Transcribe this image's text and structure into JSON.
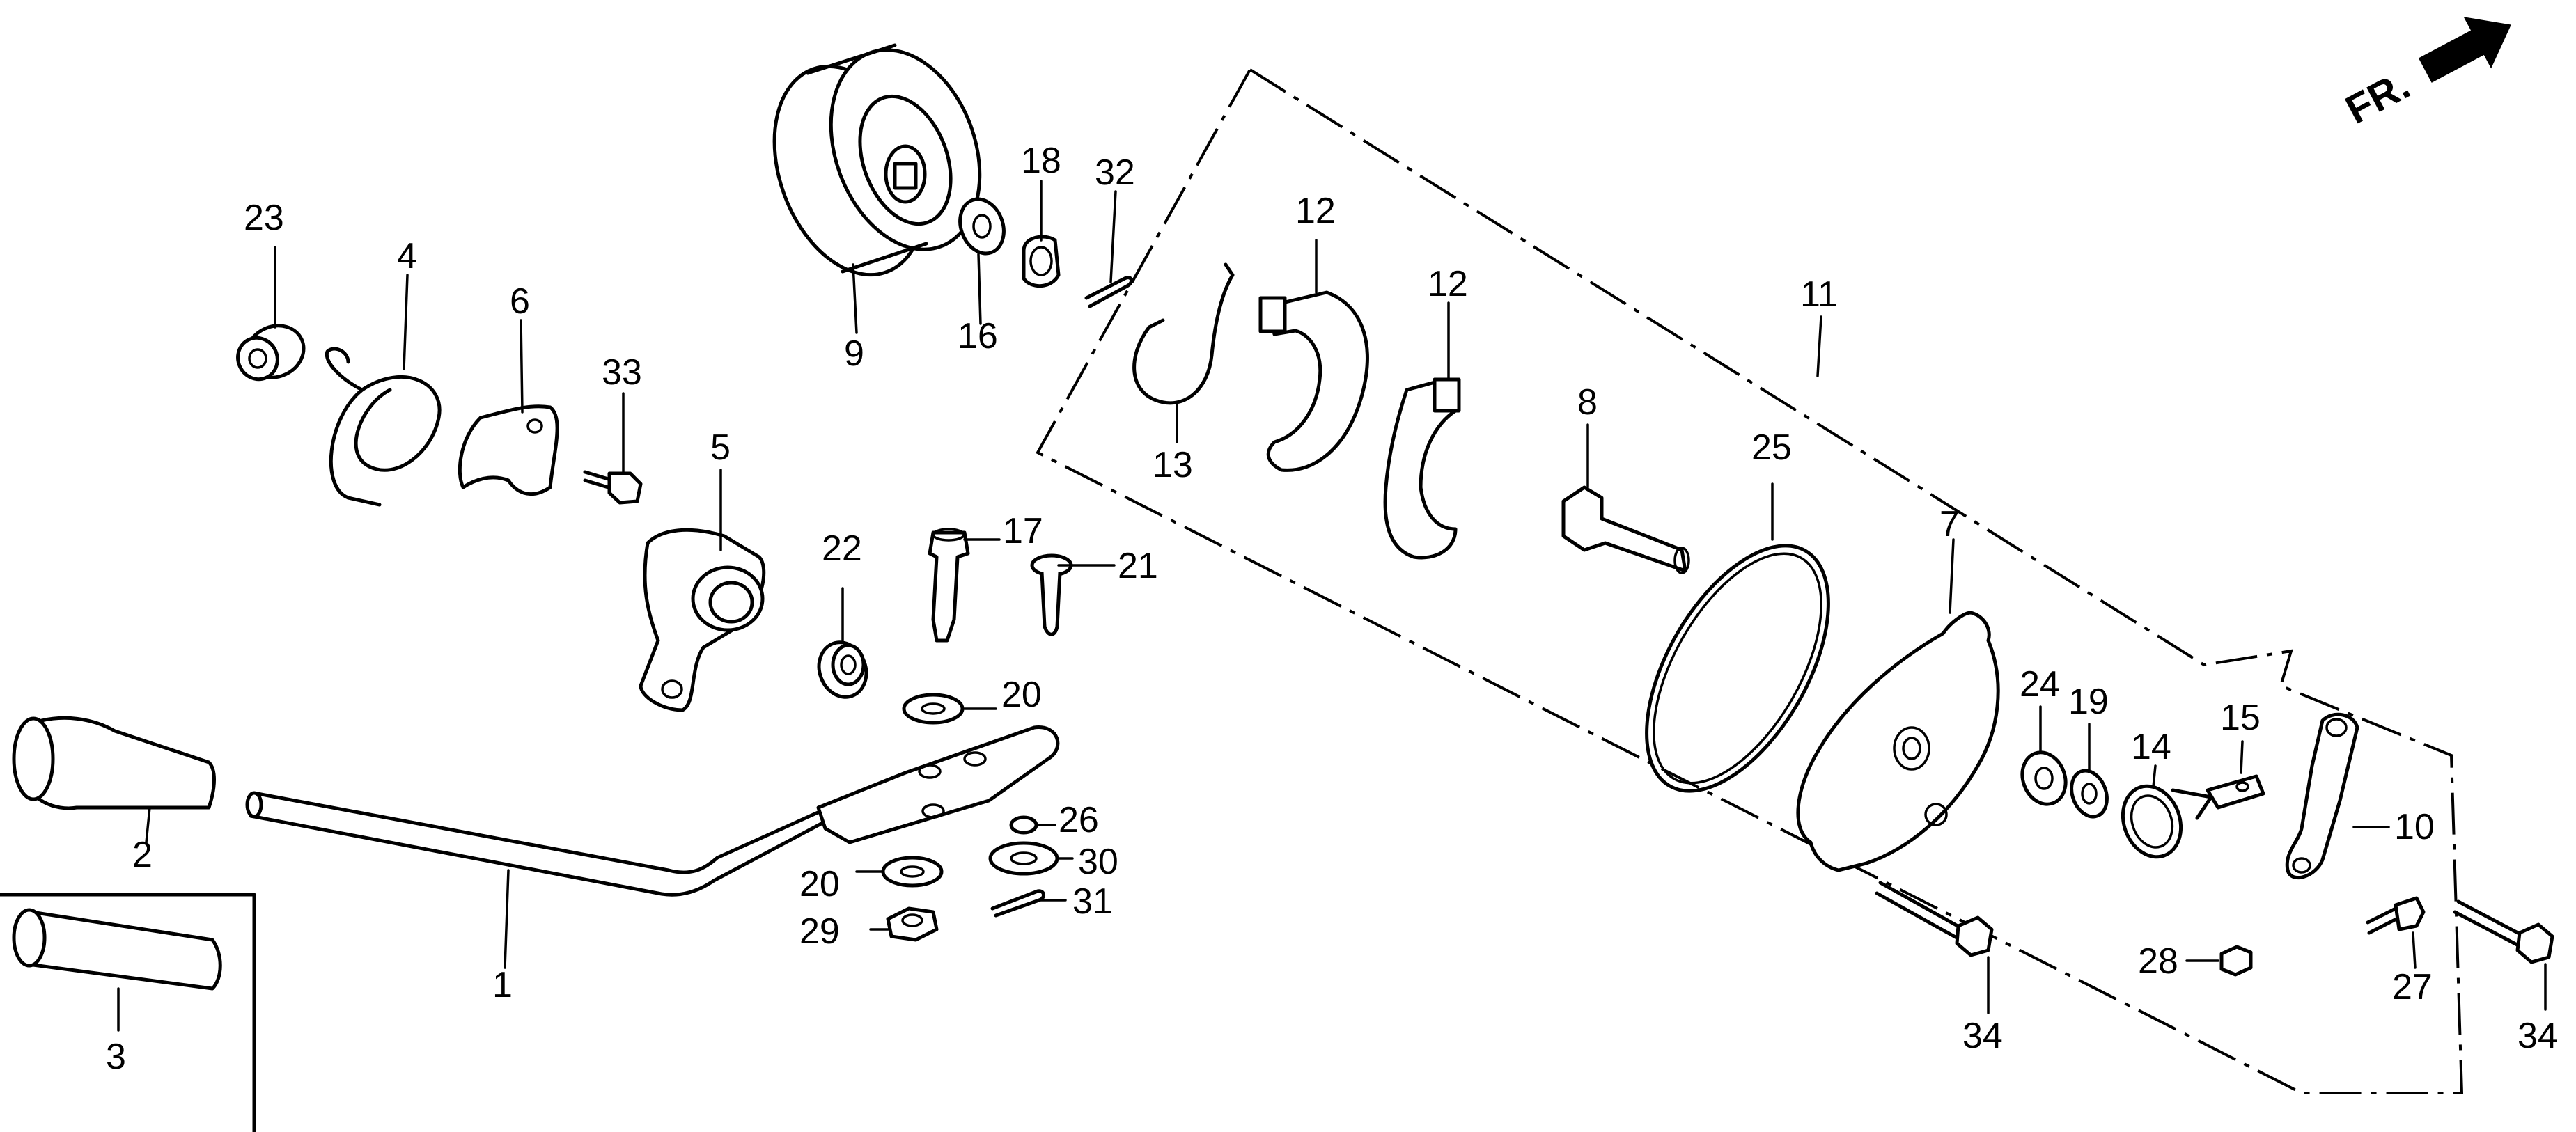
{
  "diagram": {
    "title": "Brake lever / pulley assembly exploded view",
    "front_marker": "FR.",
    "labels": {
      "p1": "1",
      "p2": "2",
      "p3": "3",
      "p4": "4",
      "p5": "5",
      "p6": "6",
      "p7": "7",
      "p8": "8",
      "p9": "9",
      "p10": "10",
      "p11": "11",
      "p12a": "12",
      "p12b": "12",
      "p13": "13",
      "p14": "14",
      "p15": "15",
      "p16": "16",
      "p17": "17",
      "p18": "18",
      "p19": "19",
      "p20a": "20",
      "p20b": "20",
      "p21": "21",
      "p22": "22",
      "p23": "23",
      "p24": "24",
      "p25": "25",
      "p26": "26",
      "p27": "27",
      "p28": "28",
      "p29": "29",
      "p30": "30",
      "p31": "31",
      "p32": "32",
      "p33": "33",
      "p34a": "34",
      "p34b": "34"
    },
    "colors": {
      "ink": "#000000",
      "paper": "#ffffff"
    }
  }
}
